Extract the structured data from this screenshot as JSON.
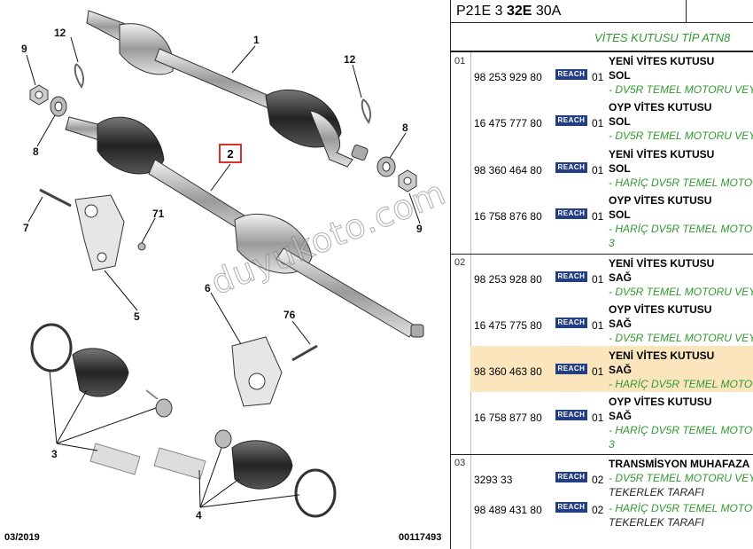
{
  "diagram": {
    "callouts": {
      "n1": "1",
      "n2": "2",
      "n3": "3",
      "n4": "4",
      "n5": "5",
      "n6": "6",
      "n7": "7",
      "n8a": "8",
      "n8b": "8",
      "n9a": "9",
      "n9b": "9",
      "n12a": "12",
      "n12b": "12",
      "n71": "71",
      "n76": "76"
    },
    "date": "03/2019",
    "ref": "00117493",
    "watermark": "duyukoto.com",
    "colors": {
      "highlight_border": "#d9322a"
    }
  },
  "table": {
    "header": {
      "code_a": "P21E 3 ",
      "code_b": "32E",
      "code_c": " 30A"
    },
    "section_title": "VİTES KUTUSU TİP ATN8",
    "colors": {
      "badge": "#243e84",
      "condition": "#2f9a2f",
      "highlight": "#fbe5bd"
    },
    "groups": [
      {
        "no": "01",
        "rows": [
          {
            "pn": "98 253 929 80",
            "badge": "REACH",
            "qty": "01",
            "l1": "YENİ VİTES KUTUSU",
            "l2": "SOL",
            "l3": "- DV5R TEMEL MOTORU VEY",
            "l4": ""
          },
          {
            "pn": "16 475 777 80",
            "badge": "REACH",
            "qty": "01",
            "l1": "OYP VİTES KUTUSU",
            "l2": "SOL",
            "l3": "- DV5R TEMEL MOTORU VEY",
            "l4": ""
          },
          {
            "pn": "98 360 464 80",
            "badge": "REACH",
            "qty": "01",
            "l1": "YENİ VİTES KUTUSU",
            "l2": "SOL",
            "l3": "- HARİÇ DV5R TEMEL MOTO",
            "l4": ""
          },
          {
            "pn": "16 758 876 80",
            "badge": "REACH",
            "qty": "01",
            "l1": "OYP VİTES KUTUSU",
            "l2": "SOL",
            "l3": "- HARİÇ DV5R TEMEL MOTO",
            "l4": "3"
          }
        ]
      },
      {
        "no": "02",
        "rows": [
          {
            "pn": "98 253 928 80",
            "badge": "REACH",
            "qty": "01",
            "l1": "YENİ VİTES KUTUSU",
            "l2": "SAĞ",
            "l3": "- DV5R TEMEL MOTORU VEY",
            "l4": ""
          },
          {
            "pn": "16 475 775 80",
            "badge": "REACH",
            "qty": "01",
            "l1": "OYP VİTES KUTUSU",
            "l2": "SAĞ",
            "l3": "- DV5R TEMEL MOTORU VEY",
            "l4": ""
          },
          {
            "pn": "98 360 463 80",
            "badge": "REACH",
            "qty": "01",
            "l1": "YENİ VİTES KUTUSU",
            "l2": "SAĞ",
            "l3": "- HARİÇ DV5R TEMEL MOTO",
            "l4": ""
          },
          {
            "pn": "16 758 877 80",
            "badge": "REACH",
            "qty": "01",
            "l1": "OYP VİTES KUTUSU",
            "l2": "SAĞ",
            "l3": "- HARİÇ DV5R TEMEL MOTO",
            "l4": "3"
          }
        ]
      },
      {
        "no": "03",
        "rows": [
          {
            "pn": "3293 33",
            "badge": "REACH",
            "qty": "02",
            "l1": "TRANSMİSYON MUHAFAZA K",
            "l2": "",
            "l3": "- DV5R TEMEL MOTORU VEY",
            "l4": "TEKERLEK TARAFI"
          },
          {
            "pn": "98 489 431 80",
            "badge": "REACH",
            "qty": "02",
            "l1": "",
            "l2": "",
            "l3": "- HARİÇ DV5R TEMEL MOTO",
            "l4": "TEKERLEK TARAFI"
          }
        ]
      }
    ]
  }
}
